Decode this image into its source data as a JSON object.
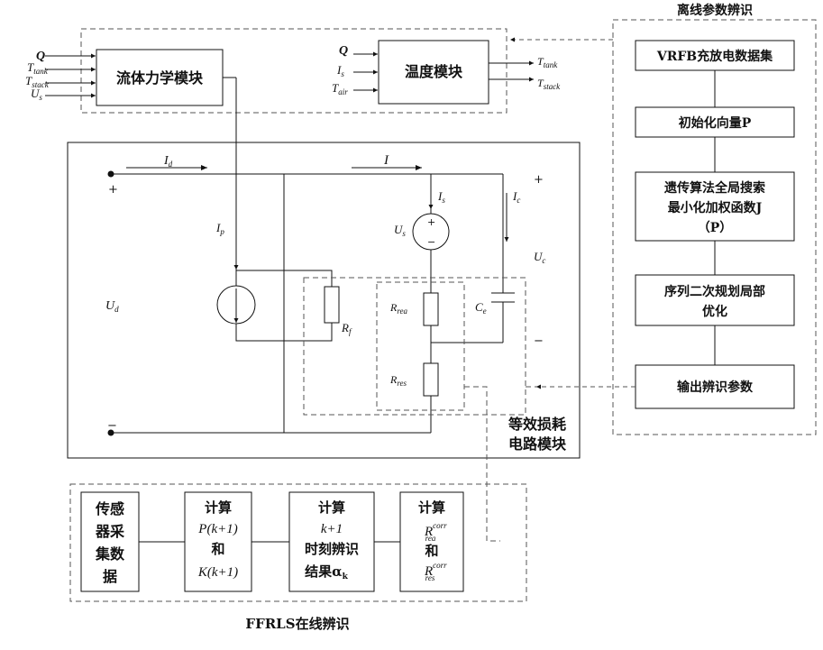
{
  "diagram": {
    "offline": {
      "title": "离线参数辨识",
      "steps": [
        "VRFB充放电数据集",
        "初始化向量P",
        "遗传算法全局搜索",
        "最小化加权函数J",
        "（P）",
        "序列二次规划局部",
        "优化",
        "输出辨识参数"
      ]
    },
    "modules": {
      "fluid": "流体力学模块",
      "temperature": "温度模块",
      "loss_label_1": "等效损耗",
      "loss_label_2": "电路模块"
    },
    "fluid_inputs": [
      "Q",
      "T",
      "T",
      "U"
    ],
    "fluid_input_subs": [
      "tank",
      "stack",
      "s"
    ],
    "temp_inputs": [
      "Q",
      "I",
      "T"
    ],
    "temp_input_subs": [
      "s",
      "air"
    ],
    "temp_outputs": [
      "T",
      "T"
    ],
    "temp_output_subs": [
      "tank",
      "stack"
    ],
    "circuit": {
      "Id": "I",
      "Id_sub": "d",
      "I": "I",
      "Is": "I",
      "Is_sub": "s",
      "Ic": "I",
      "Ic_sub": "c",
      "Ip": "I",
      "Ip_sub": "p",
      "Us": "U",
      "Us_sub": "s",
      "Uc": "U",
      "Uc_sub": "c",
      "Ud": "U",
      "Ud_sub": "d",
      "Rf": "R",
      "Rf_sub": "f",
      "Rrea": "R",
      "Rrea_sub": "rea",
      "Rres": "R",
      "Rres_sub": "res",
      "Ce": "C",
      "Ce_sub": "e",
      "plus": "+",
      "minus": "−",
      "src_plus": "+",
      "src_minus": "−"
    },
    "ffrls": {
      "title": "FFRLS在线辨识",
      "box1": [
        "传感",
        "器采",
        "集数",
        "据"
      ],
      "box2": [
        "计算",
        "P(k+1)",
        "和",
        "K(k+1)"
      ],
      "box3": [
        "计算",
        "k+1",
        "时刻辨识",
        "结果α"
      ],
      "box3_sub": "k",
      "box4": [
        "计算",
        "R",
        "和",
        "R"
      ],
      "box4_sups": [
        "corr",
        "corr"
      ],
      "box4_subs": [
        "rea",
        "res"
      ]
    }
  }
}
